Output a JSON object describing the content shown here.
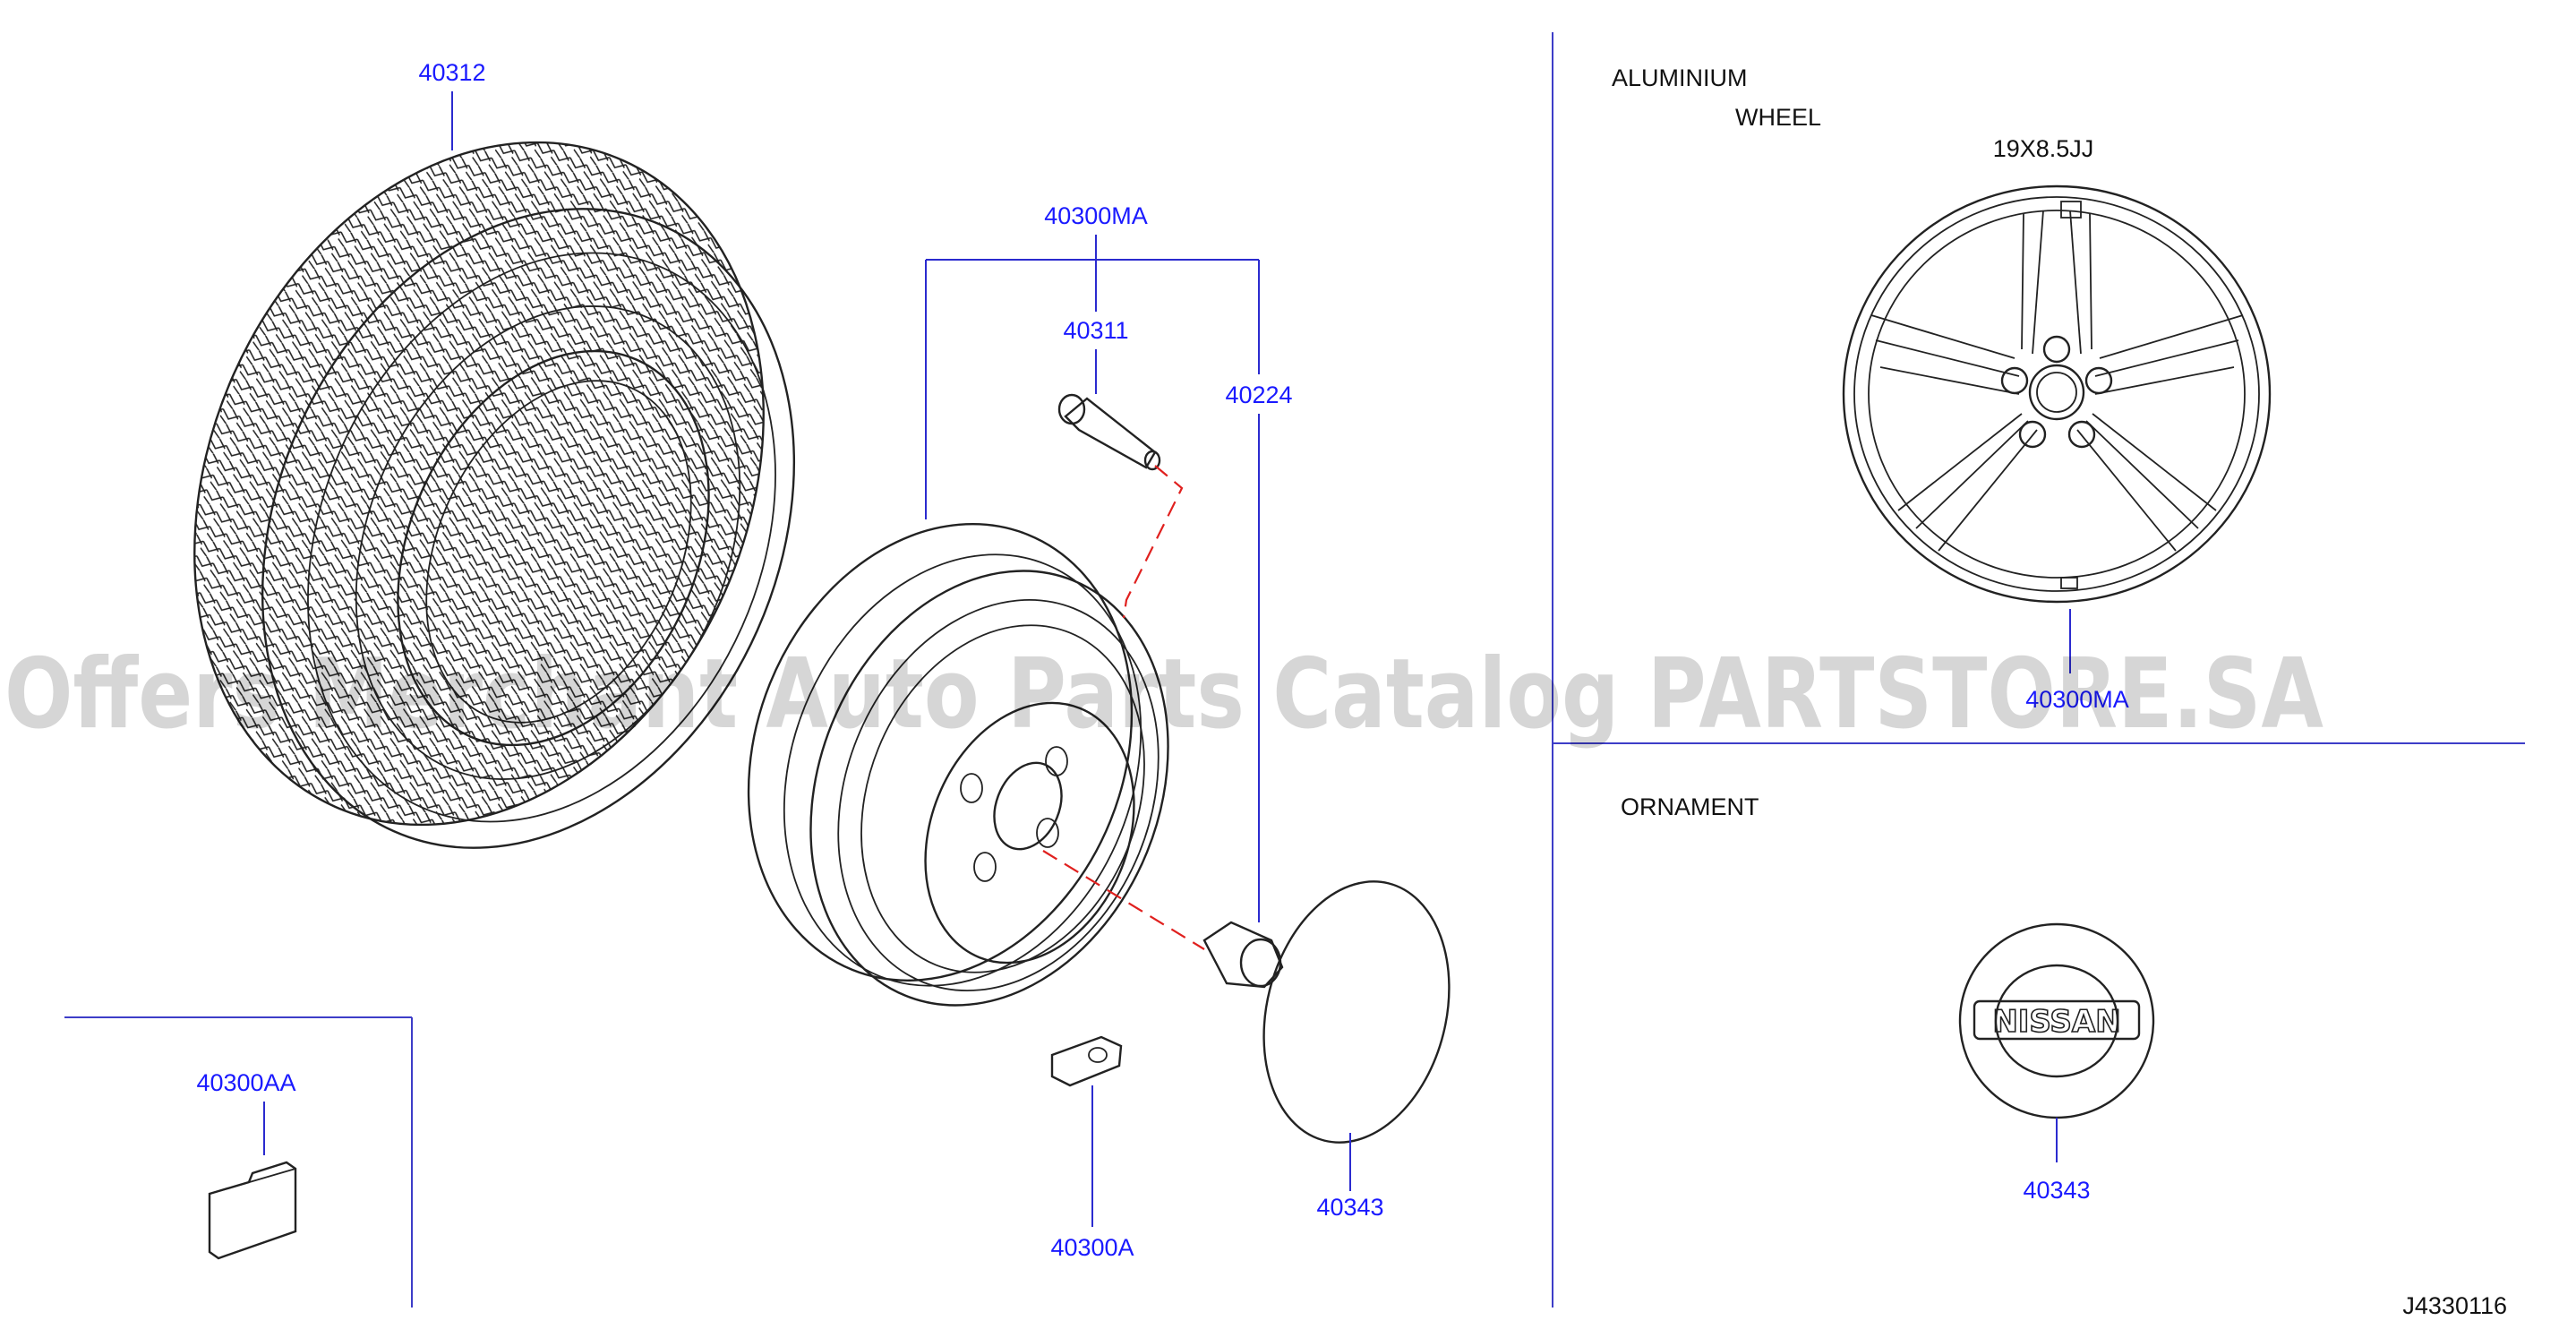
{
  "diagram": {
    "part_labels": {
      "tire": "40312",
      "wheel_assembly": "40300MA",
      "valve": "40311",
      "nut": "40224",
      "balance_weight": "40300A",
      "cap": "40343",
      "spare_wheel_part": "40300AA",
      "alloy_wheel": "40300MA",
      "ornament": "40343"
    },
    "captions": {
      "aluminium_line1": "ALUMINIUM",
      "aluminium_line2": "WHEEL",
      "wheel_size": "19X8.5JJ",
      "ornament": "ORNAMENT",
      "emblem_text": "NISSAN"
    },
    "diagram_id": "J4330116",
    "watermark": "Offers Merchant Auto Parts Catalog PARTSTORE.SA"
  },
  "colors": {
    "label": "#1a1aff",
    "leader": "#2b2bcf",
    "ink": "#222222",
    "dashed_path": "#e0201e",
    "watermark": "#d6d6d6"
  }
}
